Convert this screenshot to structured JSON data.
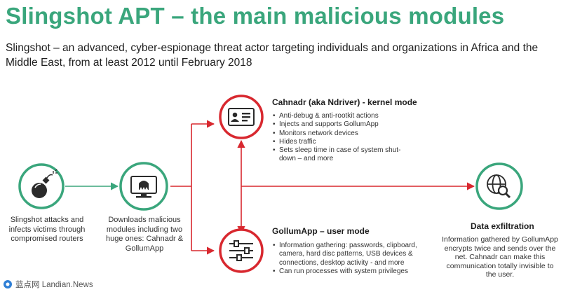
{
  "title": "Slingshot APT – the main malicious modules",
  "subtitle": "Slingshot – an advanced, cyber-espionage threat actor targeting individuals and organizations in Africa and the Middle East, from at least 2012 until February 2018",
  "nodes": {
    "infection": {
      "icon": "bomb-icon",
      "caption": "Slingshot attacks and infects victims through compromised routers"
    },
    "download": {
      "icon": "monitor-malware-icon",
      "caption": "Downloads malicious modules including two huge ones: Cahnadr & GollumApp"
    },
    "cahnadr": {
      "icon": "id-card-icon",
      "heading": "Cahnadr (aka Ndriver) - kernel mode",
      "bullets": [
        "Anti-debug & anti-rootkit actions",
        "Injects and supports GollumApp",
        "Monitors network devices",
        "Hides traffic",
        "Sets sleep time in case of system shut-down – and more"
      ]
    },
    "gollumapp": {
      "icon": "sliders-icon",
      "heading": "GollumApp – user mode",
      "bullets": [
        "Information gathering: passwords, clipboard, camera, hard disc patterns, USB devices & connections, desktop activity - and more",
        "Can run processes with system privileges"
      ]
    },
    "exfiltration": {
      "icon": "globe-search-icon",
      "heading": "Data exfiltration",
      "caption": "Information gathered by GollumApp encrypts twice and sends over the net. Cahnadr can make this communication totally invisible to the user."
    }
  },
  "watermark": "蓝点网 Landian.News",
  "colors": {
    "title": "#3aa67c",
    "green": "#3aa67c",
    "red": "#d8282f",
    "text": "#1e1e1e"
  }
}
